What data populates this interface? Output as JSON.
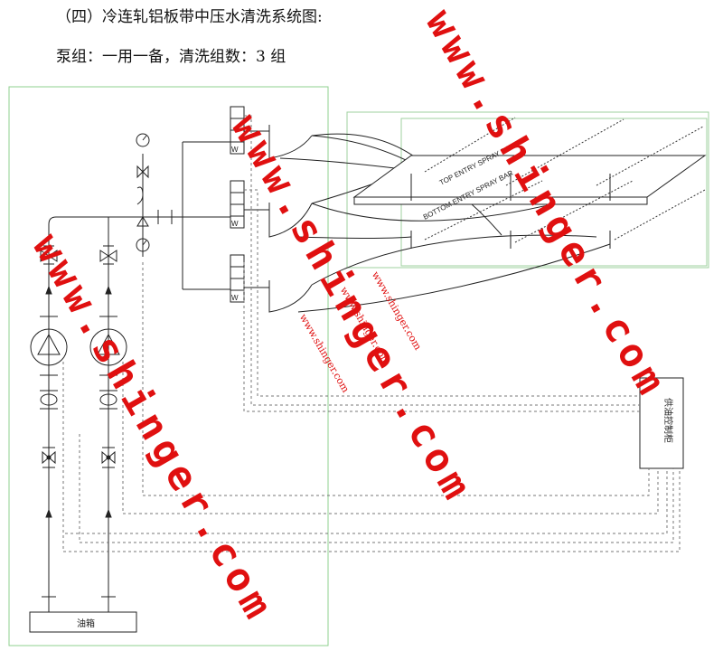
{
  "title": "（四）冷连轧铝板带中压水清洗系统图:",
  "subtitle": "泵组：一用一备，清洗组数：3 组",
  "diagram": {
    "top_spray_bar_label": "TOP ENTRY SPRAY BAR",
    "bottom_spray_bar_label": "BOTTOM ENTRY SPRAY BAR",
    "control_cabinet_label": "供油控制柜",
    "tank_label": "油箱",
    "valve_symbol": "W"
  },
  "watermark": {
    "text": "www.shinger.com",
    "small_text": "www.shinger.com",
    "color": "#e01010"
  }
}
